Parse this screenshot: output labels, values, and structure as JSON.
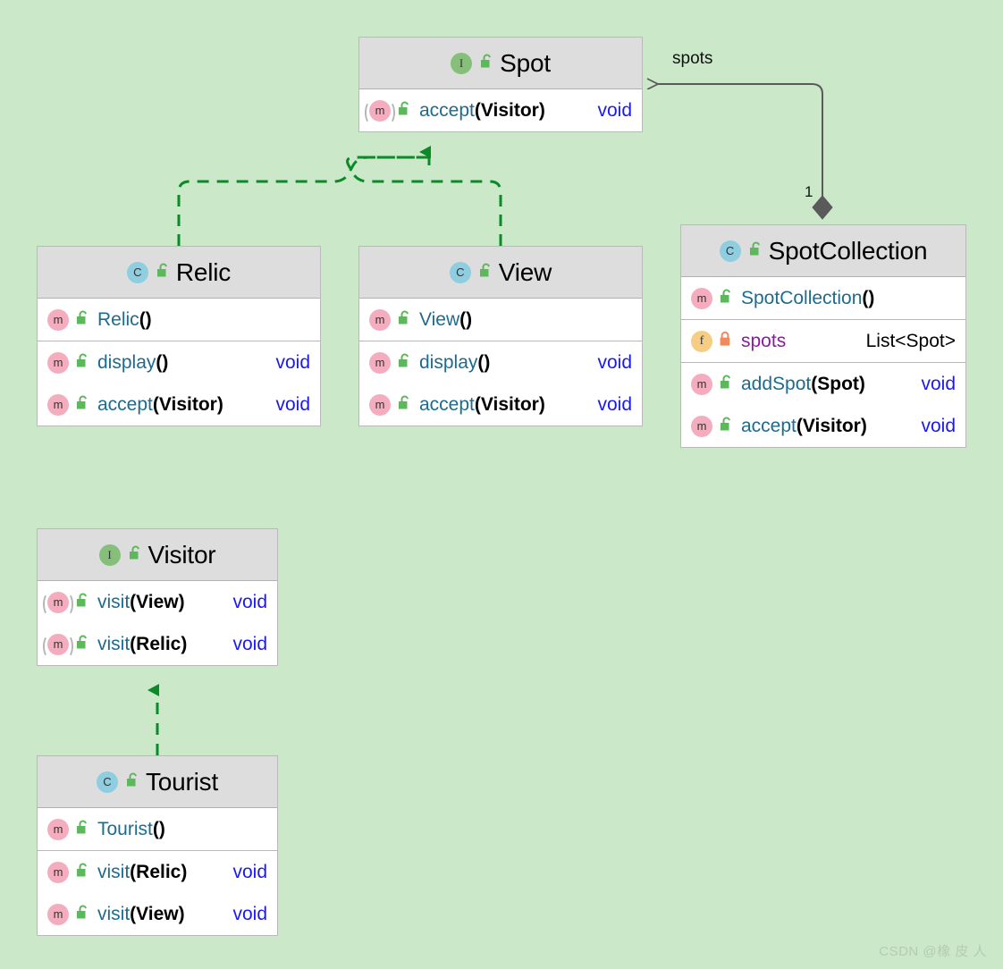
{
  "diagram": {
    "type": "uml-class-diagram",
    "background_color": "#cbe8c9",
    "header_color": "#dddddd",
    "box_color": "#ffffff",
    "realization_color": "#0b8a28",
    "association_color": "#5a5a5a"
  },
  "icons": {
    "interface": "I",
    "class": "C",
    "method": "m",
    "field": "f",
    "lock_open": "unlock-icon",
    "lock_closed": "lock-icon"
  },
  "classes": {
    "spot": {
      "name": "Spot",
      "stereotype": "I",
      "kind": "interface",
      "sections": [
        {
          "rows": [
            {
              "icon": "m",
              "abstract": true,
              "visibility": "public",
              "sig": "accept",
              "params": "(Visitor)",
              "ret": "void"
            }
          ]
        }
      ]
    },
    "relic": {
      "name": "Relic",
      "stereotype": "C",
      "kind": "class",
      "sections": [
        {
          "rows": [
            {
              "icon": "m",
              "abstract": false,
              "visibility": "public",
              "sig": "Relic",
              "params": "()",
              "ret": ""
            }
          ]
        },
        {
          "rows": [
            {
              "icon": "m",
              "abstract": false,
              "visibility": "public",
              "sig": "display",
              "params": "()",
              "ret": "void"
            },
            {
              "icon": "m",
              "abstract": false,
              "visibility": "public",
              "sig": "accept",
              "params": "(Visitor)",
              "ret": "void"
            }
          ]
        }
      ]
    },
    "view": {
      "name": "View",
      "stereotype": "C",
      "kind": "class",
      "sections": [
        {
          "rows": [
            {
              "icon": "m",
              "abstract": false,
              "visibility": "public",
              "sig": "View",
              "params": "()",
              "ret": ""
            }
          ]
        },
        {
          "rows": [
            {
              "icon": "m",
              "abstract": false,
              "visibility": "public",
              "sig": "display",
              "params": "()",
              "ret": "void"
            },
            {
              "icon": "m",
              "abstract": false,
              "visibility": "public",
              "sig": "accept",
              "params": "(Visitor)",
              "ret": "void"
            }
          ]
        }
      ]
    },
    "spotcollection": {
      "name": "SpotCollection",
      "stereotype": "C",
      "kind": "class",
      "sections": [
        {
          "rows": [
            {
              "icon": "m",
              "abstract": false,
              "visibility": "public",
              "sig": "SpotCollection",
              "params": "()",
              "ret": ""
            }
          ]
        },
        {
          "rows": [
            {
              "icon": "f",
              "abstract": false,
              "visibility": "private",
              "sig": "spots",
              "params": "",
              "ret": "List<Spot>"
            }
          ]
        },
        {
          "rows": [
            {
              "icon": "m",
              "abstract": false,
              "visibility": "public",
              "sig": "addSpot",
              "params": "(Spot)",
              "ret": "void"
            },
            {
              "icon": "m",
              "abstract": false,
              "visibility": "public",
              "sig": "accept",
              "params": "(Visitor)",
              "ret": "void"
            }
          ]
        }
      ]
    },
    "visitor": {
      "name": "Visitor",
      "stereotype": "I",
      "kind": "interface",
      "sections": [
        {
          "rows": [
            {
              "icon": "m",
              "abstract": true,
              "visibility": "public",
              "sig": "visit",
              "params": "(View)",
              "ret": "void"
            },
            {
              "icon": "m",
              "abstract": true,
              "visibility": "public",
              "sig": "visit",
              "params": "(Relic)",
              "ret": "void"
            }
          ]
        }
      ]
    },
    "tourist": {
      "name": "Tourist",
      "stereotype": "C",
      "kind": "class",
      "sections": [
        {
          "rows": [
            {
              "icon": "m",
              "abstract": false,
              "visibility": "public",
              "sig": "Tourist",
              "params": "()",
              "ret": ""
            }
          ]
        },
        {
          "rows": [
            {
              "icon": "m",
              "abstract": false,
              "visibility": "public",
              "sig": "visit",
              "params": "(Relic)",
              "ret": "void"
            },
            {
              "icon": "m",
              "abstract": false,
              "visibility": "public",
              "sig": "visit",
              "params": "(View)",
              "ret": "void"
            }
          ]
        }
      ]
    }
  },
  "edges": {
    "association_label": "spots",
    "association_multiplicity": "1",
    "relations": [
      {
        "from": "Relic",
        "to": "Spot",
        "type": "realization"
      },
      {
        "from": "View",
        "to": "Spot",
        "type": "realization"
      },
      {
        "from": "Tourist",
        "to": "Visitor",
        "type": "realization"
      },
      {
        "from": "SpotCollection",
        "to": "Spot",
        "type": "aggregation",
        "label": "spots",
        "multiplicity": "1"
      }
    ]
  },
  "watermark": {
    "text": "CSDN @橡 皮 人"
  }
}
